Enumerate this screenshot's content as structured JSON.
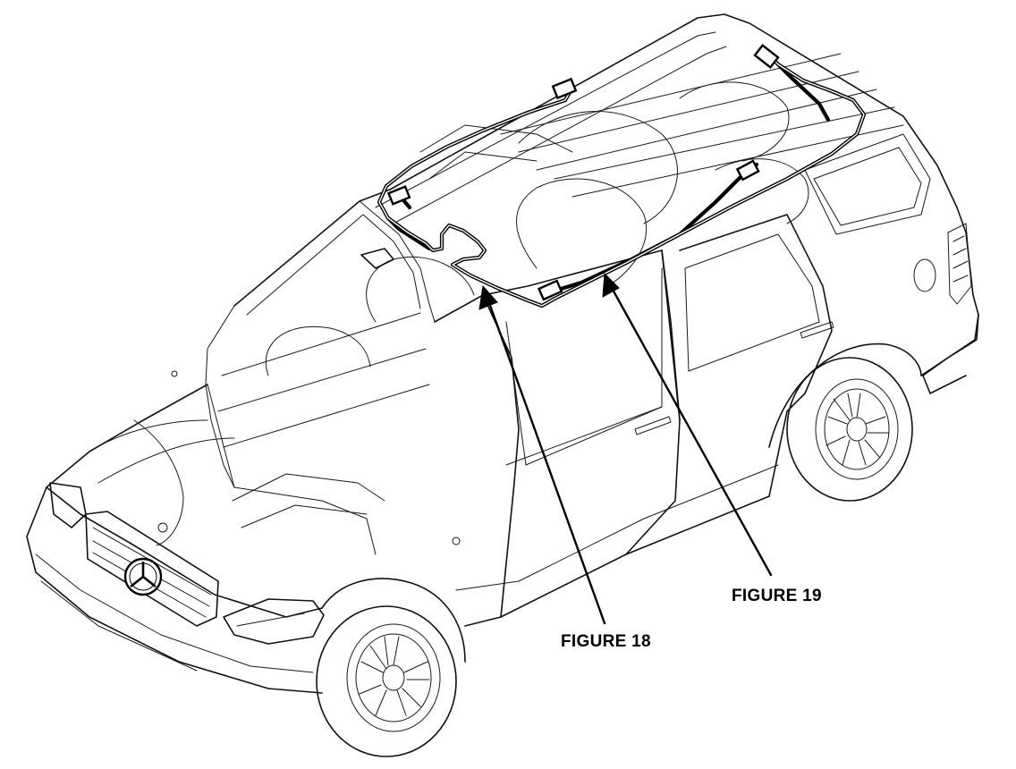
{
  "figure": {
    "callouts": [
      {
        "id": "figure-18",
        "text": "FIGURE 18"
      },
      {
        "id": "figure-19",
        "text": "FIGURE 19"
      }
    ],
    "colors": {
      "line": "#000000",
      "background": "#ffffff"
    }
  }
}
